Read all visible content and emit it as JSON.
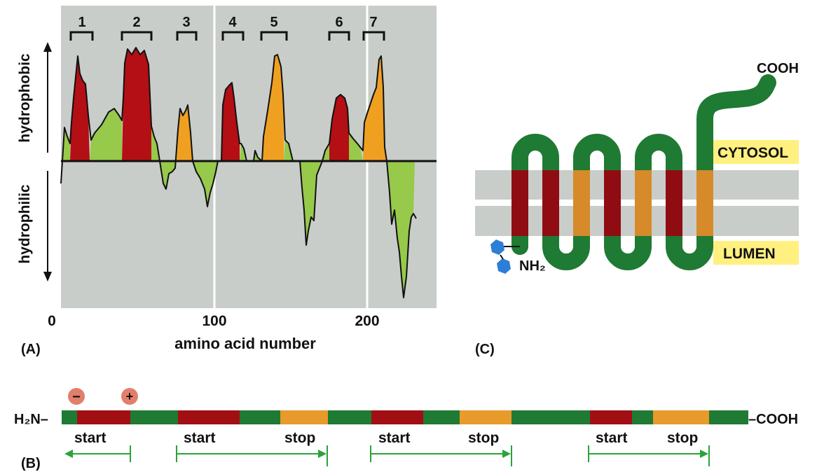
{
  "panel_a": {
    "panel_label": "(A)",
    "y_up_label": "hydrophobic",
    "y_down_label": "hydrophilic",
    "x_axis_label": "amino acid number",
    "ticks": [
      "0",
      "100",
      "200"
    ],
    "segments": [
      "1",
      "2",
      "3",
      "4",
      "5",
      "6",
      "7"
    ]
  },
  "panel_b": {
    "panel_label": "(B)",
    "n_term": "H₂N–",
    "c_term": "–COOH",
    "minus_charge": "−",
    "plus_charge": "+",
    "signals": [
      "start",
      "start",
      "stop",
      "start",
      "stop",
      "start",
      "stop"
    ]
  },
  "panel_c": {
    "panel_label": "(C)",
    "c_term": "COOH",
    "n_term": "NH₂",
    "cytosol_label": "CYTOSOL",
    "lumen_label": "LUMEN"
  },
  "colors": {
    "gray_bg": "#c9cdca",
    "hydrophobic_red": "#b30f14",
    "hydrophobic_orange": "#f0a021",
    "hydrophilic_green": "#97c94a",
    "chain_green": "#1f7a33",
    "label_yellow": "#fff080",
    "arrow_green": "#2aa33b",
    "charge_salmon": "#e27f6b",
    "sugar_blue": "#2c7fd6"
  }
}
